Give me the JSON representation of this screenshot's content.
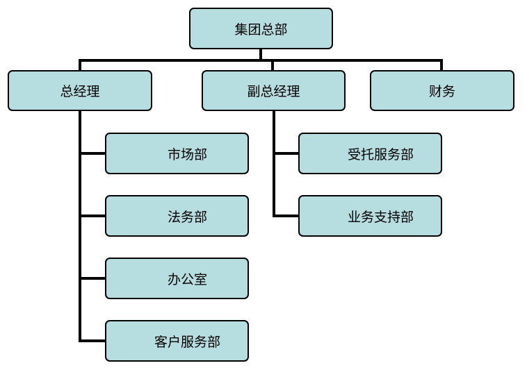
{
  "colors": {
    "box_fill": "#b6dde0",
    "line": "#000000"
  },
  "root": {
    "label": "集团总部"
  },
  "level1": [
    {
      "label": "总经理"
    },
    {
      "label": "副总经理"
    },
    {
      "label": "财务"
    }
  ],
  "gm_departments": [
    {
      "label": "市场部"
    },
    {
      "label": "法务部"
    },
    {
      "label": "办公室"
    },
    {
      "label": "客户服务部"
    }
  ],
  "vgm_departments": [
    {
      "label": "受托服务部"
    },
    {
      "label": "业务支持部"
    }
  ]
}
